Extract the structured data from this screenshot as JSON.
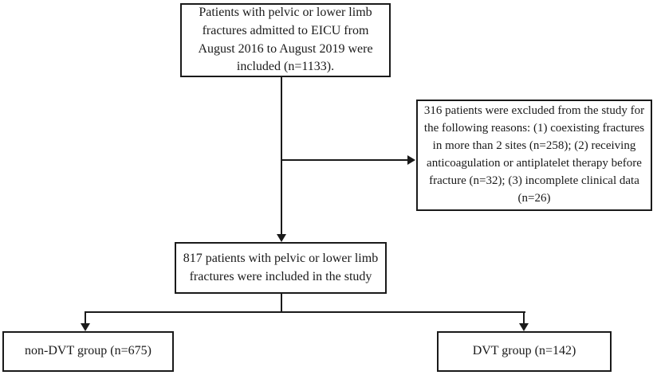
{
  "diagram": {
    "type": "flowchart",
    "description_visible": false,
    "colors": {
      "background": "#ffffff",
      "border": "#1a1a1a",
      "text": "#1a1a1a",
      "connector": "#1a1a1a"
    },
    "nodes": {
      "included_initial": {
        "label": "Patients with pelvic or lower limb fractures admitted to EICU from August 2016 to August 2019 were included (n=1133).",
        "n": "1133"
      },
      "excluded": {
        "label": "316 patients were excluded from the study for the following reasons: (1) coexisting fractures in more than 2 sites (n=258); (2) receiving anticoagulation or antiplatelet therapy before fracture (n=32); (3) incomplete clinical data (n=26)",
        "n": "316",
        "reason_counts": {
          "coexisting_fractures": "258",
          "anticoagulation_antiplatelet": "32",
          "incomplete_data": "26"
        }
      },
      "included_final": {
        "label": "817 patients with pelvic or lower limb fractures were included in the study",
        "n": "817"
      },
      "non_dvt_group": {
        "label": "non-DVT group (n=675)",
        "n": "675"
      },
      "dvt_group": {
        "label": "DVT group (n=142)",
        "n": "142"
      }
    },
    "edges": [
      {
        "from": "included_initial",
        "to": "included_final",
        "type": "arrow-down"
      },
      {
        "from": "included_initial",
        "to": "excluded",
        "type": "arrow-right-branch"
      },
      {
        "from": "included_final",
        "to": "non_dvt_group",
        "type": "arrow-down-branch"
      },
      {
        "from": "included_final",
        "to": "dvt_group",
        "type": "arrow-down-branch"
      }
    ]
  }
}
